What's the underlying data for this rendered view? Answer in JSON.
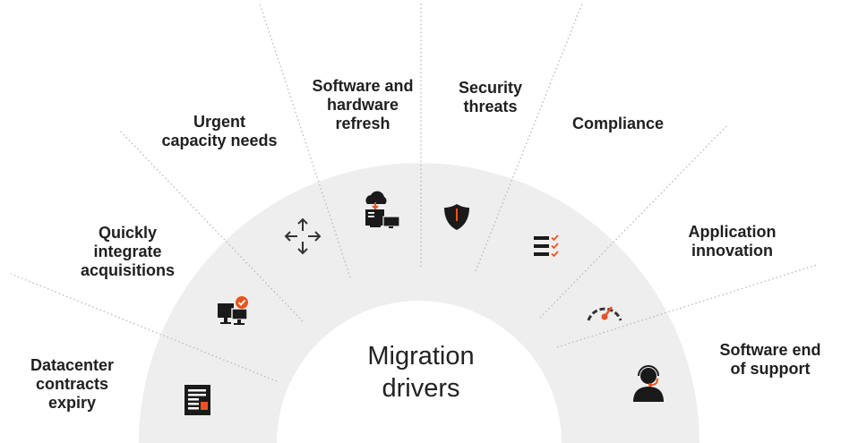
{
  "center": {
    "title": "Migration\ndrivers"
  },
  "drivers": [
    {
      "label": "Datacenter\ncontracts\nexpiry",
      "icon": "contract-document-icon"
    },
    {
      "label": "Quickly\nintegrate\nacquisitions",
      "icon": "computers-checkmark-icon"
    },
    {
      "label": "Urgent\ncapacity needs",
      "icon": "expand-arrows-icon"
    },
    {
      "label": "Software and\nhardware\nrefresh",
      "icon": "cloud-computers-icon"
    },
    {
      "label": "Security\nthreats",
      "icon": "shield-alert-icon"
    },
    {
      "label": "Compliance",
      "icon": "checklist-icon"
    },
    {
      "label": "Application\ninnovation",
      "icon": "speedometer-icon"
    },
    {
      "label": "Software end\nof support",
      "icon": "support-agent-icon"
    }
  ],
  "colors": {
    "arc": "#eeeeee",
    "accent": "#e8541e",
    "icon": "#1a1a1a",
    "divider": "#b8b8b8"
  }
}
